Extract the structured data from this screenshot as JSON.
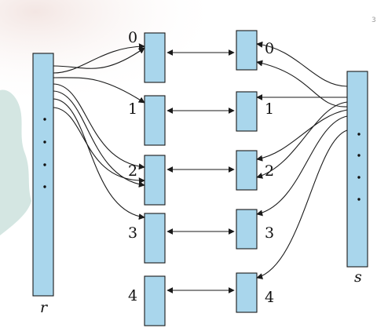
{
  "relations": {
    "left": {
      "name": "r"
    },
    "right": {
      "name": "s"
    }
  },
  "partitions": {
    "left_labels": [
      "0",
      "1",
      "2",
      "3",
      "4"
    ],
    "right_labels": [
      "0",
      "1",
      "2",
      "3",
      "4"
    ]
  },
  "corner_mark": "3",
  "colors": {
    "box_fill": "#a9d6ec",
    "stroke": "#1a1a1a",
    "background": "#ffffff",
    "decor_left": "#cfe3df",
    "decor_top": "#f6eeec"
  }
}
